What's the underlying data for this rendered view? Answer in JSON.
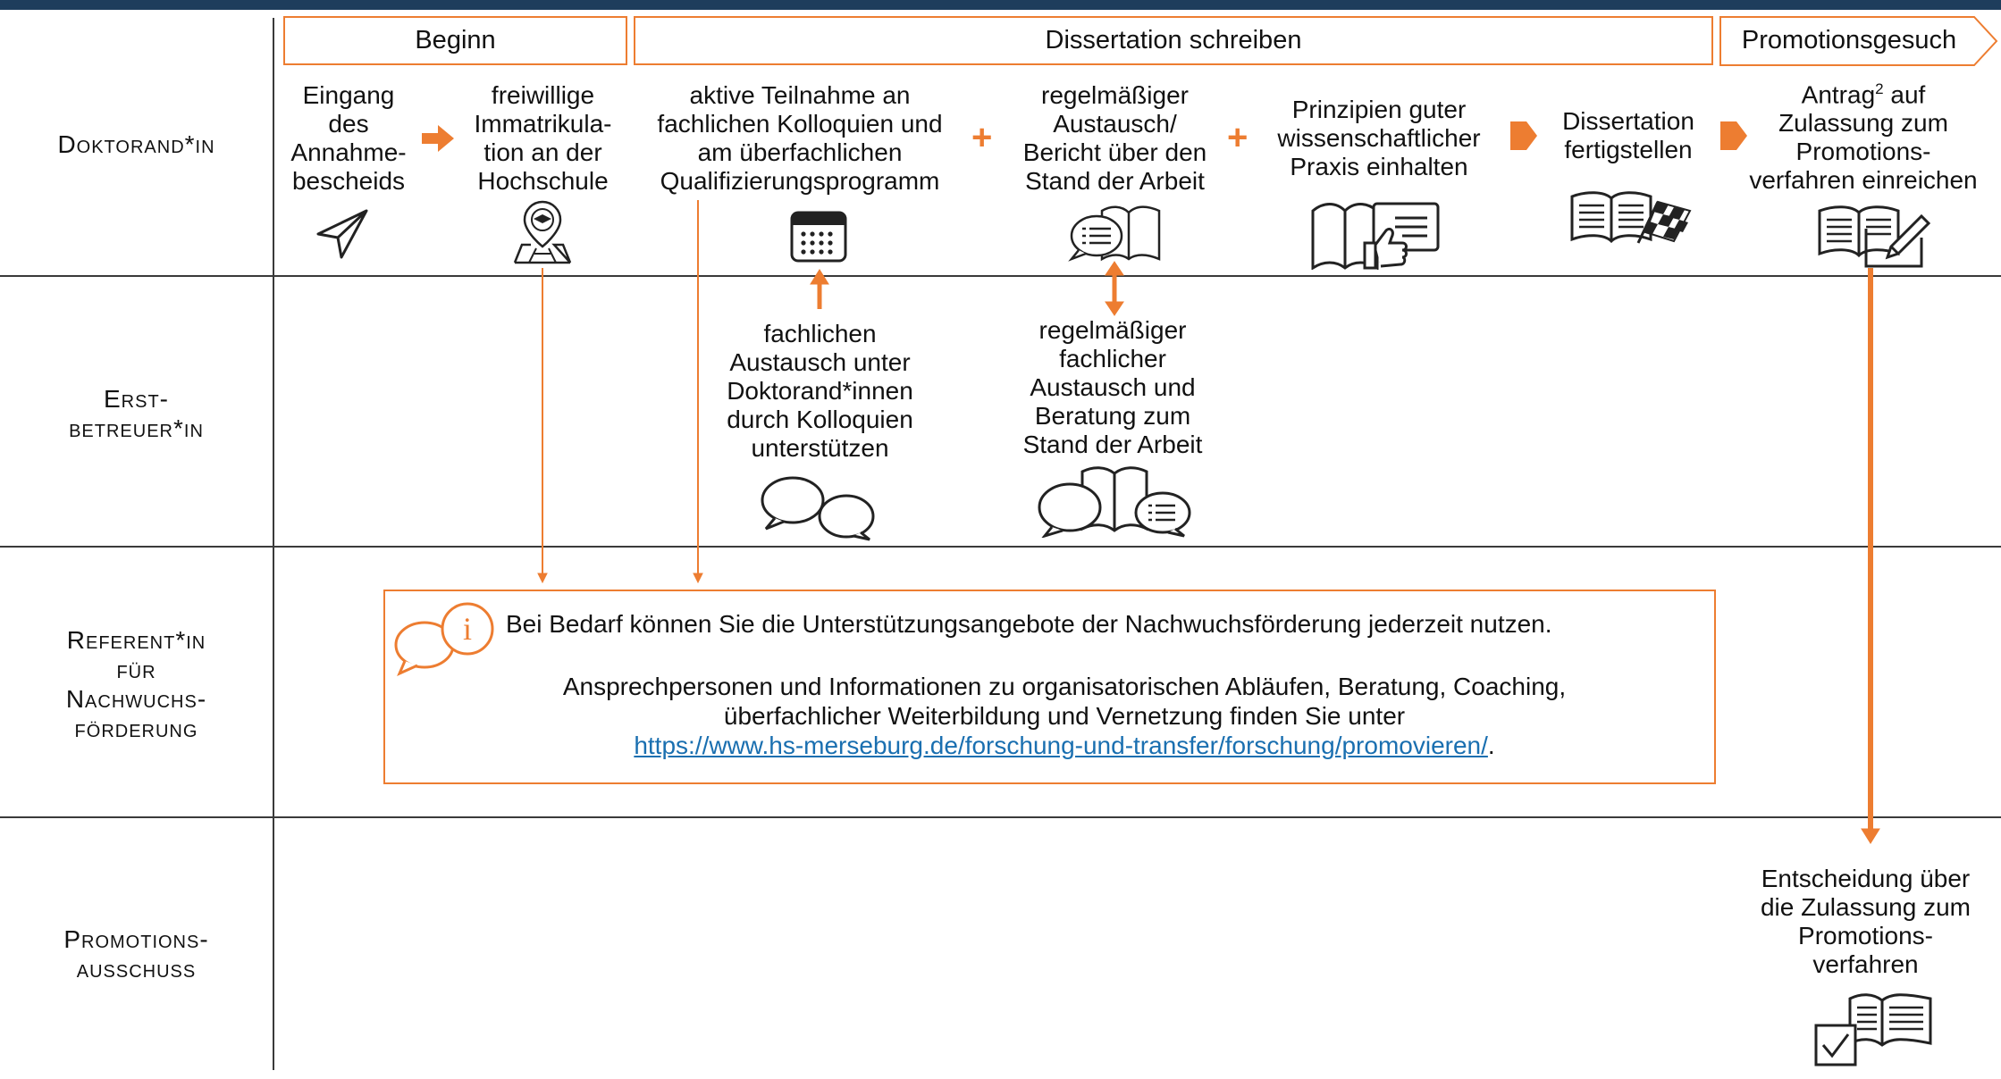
{
  "phases": [
    "Beginn",
    "Dissertation schreiben",
    "Promotionsgesuch"
  ],
  "roles": [
    [
      "Doktorand*in"
    ],
    [
      "Erst-",
      "betreuer*in"
    ],
    [
      "Referent*in",
      "für",
      "Nachwuchs-",
      "förderung"
    ],
    [
      "Promotions-",
      "ausschuss"
    ]
  ],
  "steps": {
    "eingang": [
      "Eingang",
      "des",
      "Annahme-",
      "bescheids"
    ],
    "immatrikulation": [
      "freiwillige",
      "Immatrikula-",
      "tion an der",
      "Hochschule"
    ],
    "kolloquien": [
      "aktive Teilnahme an",
      "fachlichen Kolloquien und",
      "am überfachlichen",
      "Qualifizierungsprogramm"
    ],
    "austausch": [
      "regelmäßiger",
      "Austausch/",
      "Bericht über den",
      "Stand der Arbeit"
    ],
    "praxis": [
      "Prinzipien guter",
      "wissenschaftlicher",
      "Praxis einhalten"
    ],
    "fertigstellen": [
      "Dissertation",
      "fertigstellen"
    ],
    "antrag": [
      "Antrag",
      "2",
      " auf",
      "Zulassung zum",
      "Promotions-",
      "verfahren einreichen"
    ]
  },
  "betreuer": {
    "kolloquien": [
      "fachlichen",
      "Austausch unter",
      "Doktorand*innen",
      "durch Kolloquien",
      "unterstützen"
    ],
    "beratung": [
      "regelmäßiger",
      "fachlicher",
      "Austausch und",
      "Beratung zum",
      "Stand der Arbeit"
    ]
  },
  "info_box": {
    "line1": "Bei Bedarf können Sie die Unterstützungsangebote der Nachwuchsförderung jederzeit nutzen.",
    "line2": "Ansprechpersonen und Informationen zu organisatorischen Abläufen, Beratung, Coaching,",
    "line3": "überfachlicher Weiterbildung und Vernetzung finden Sie unter",
    "link": "https://www.hs-merseburg.de/forschung-und-transfer/forschung/promovieren/",
    "link_suffix": "."
  },
  "ausschuss": {
    "entscheidung": [
      "Entscheidung über",
      "die Zulassung zum",
      "Promotions-",
      "verfahren"
    ]
  },
  "colors": {
    "accent": "#ed7d31",
    "header_bar": "#1e3d5c",
    "link": "#1a6fb0"
  },
  "icons": [
    "send-icon",
    "map-graduation-icon",
    "calendar-icon",
    "book-chat-icon",
    "book-thumbs-up-icon",
    "book-finish-flag-icon",
    "book-pen-icon",
    "chat-bubbles-icon",
    "book-two-chats-icon",
    "info-chat-icon",
    "checkbox-book-icon"
  ]
}
